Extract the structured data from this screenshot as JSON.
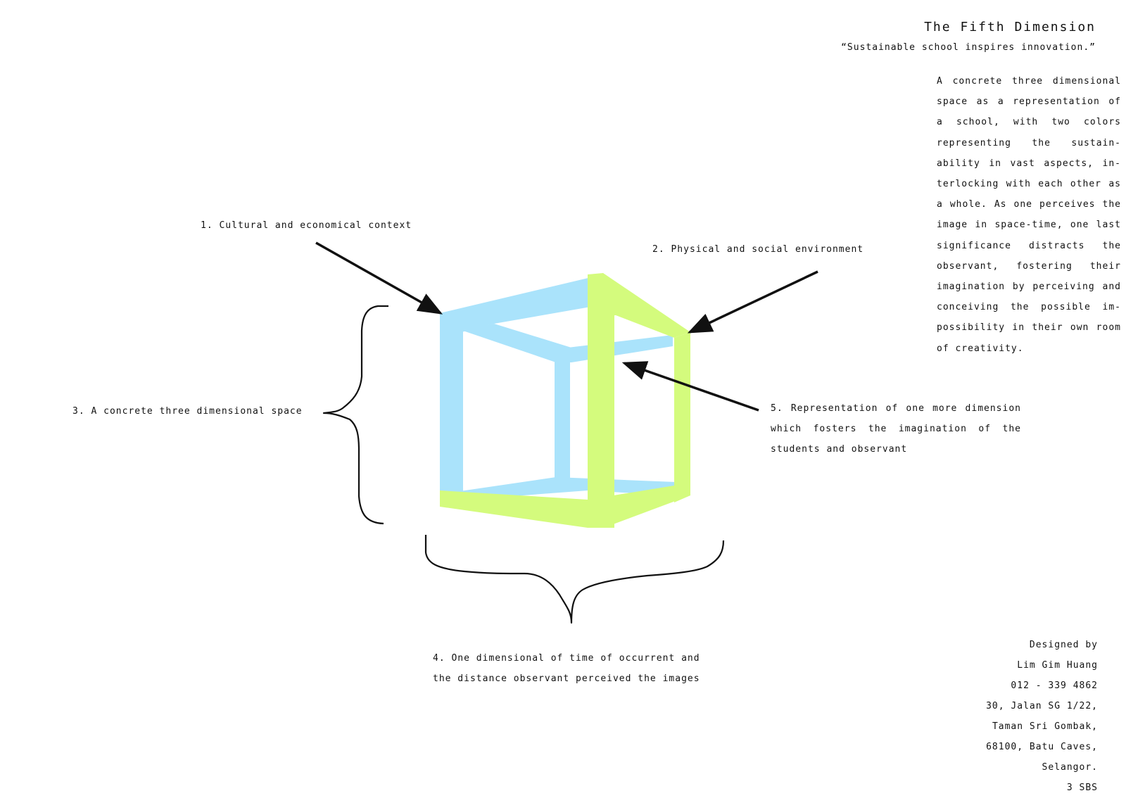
{
  "title": "The Fifth Dimension",
  "tagline": "“Sustainable school inspires innovation.”",
  "description": "A concrete three dimensional space as a representation of a school, with two colors representing the sustain-ability in vast aspects, in-terlocking with each other as a whole. As one perceives the image in space-time, one last significance distracts the observant, fostering their imagination by perceiving and conceiving the possible im-possibility in their own room of creativity.",
  "labels": {
    "label1": "1. Cultural and economical context",
    "label2": "2. Physical and social environment",
    "label3": "3. A concrete three dimensional space",
    "label4": "4. One dimensional of time of occurrent and the distance observant perceived the images",
    "label5": "5. Representation of one more dimension which fosters the imagination of the students and observant"
  },
  "credits": {
    "designed_by": "Designed by",
    "name": "Lim Gim Huang",
    "phone": "012 - 339 4862",
    "address_line1": "30, Jalan SG 1/22,",
    "address_line2": "Taman Sri Gombak,",
    "address_line3": "68100, Batu Caves,",
    "address_line4": "Selangor.",
    "class": "3 SBS"
  },
  "colors": {
    "blue": "#aae3fb",
    "green": "#d4fb7d",
    "ink": "#111111"
  }
}
